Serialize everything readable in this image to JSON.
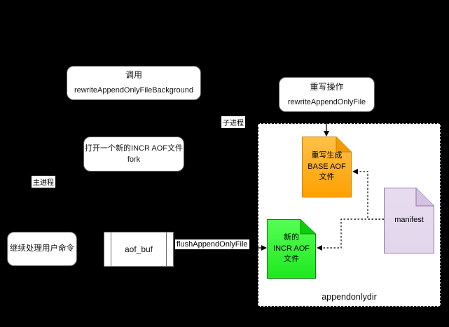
{
  "diagram": {
    "background": "#000000",
    "nodes": {
      "call": {
        "line1": "调用",
        "line2": "rewriteAppendOnlyFileBackground"
      },
      "fork": {
        "line1": "打开一个新的INCR AOF文件",
        "line2": "fork"
      },
      "rewrite": {
        "line1": "重写操作",
        "line2": "rewriteAppendOnlyFile"
      },
      "continue": {
        "label": "继续处理用户命令"
      },
      "aof_buf": {
        "label": "aof_buf"
      }
    },
    "edge_labels": {
      "main_process": "主进程",
      "child_process": "子进程",
      "flush": "flushAppendOnlyFile"
    },
    "container": {
      "label": "appendonlydir",
      "fill": "#ffffff"
    },
    "documents": {
      "base_aof": {
        "lines": [
          "重写生成",
          "BASE AOF",
          "文件"
        ],
        "fill_top": "#ffc14a",
        "fill_bottom": "#ffa000",
        "fold": "#f09b00",
        "stroke": "#cc8400"
      },
      "incr_aof": {
        "lines": [
          "新的",
          "INCR AOF",
          "文件"
        ],
        "fill_top": "#55ff55",
        "fill_bottom": "#1fe81f",
        "fold": "#0ccc0c",
        "stroke": "#0a8a0a"
      },
      "manifest": {
        "lines": [
          "manifest"
        ],
        "fill_top": "#e7ddef",
        "fill_bottom": "#e2d6ec",
        "fold": "#d3c2e2",
        "stroke": "#9673a6"
      }
    },
    "connector_color": "#000000"
  }
}
